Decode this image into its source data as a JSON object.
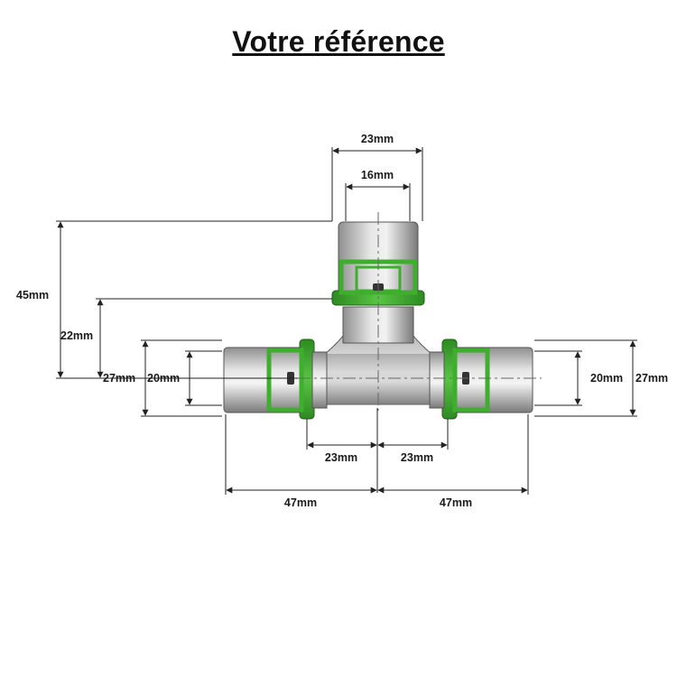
{
  "title": "Votre référence",
  "dimensions": {
    "top_outer_width": "23mm",
    "top_inner_width": "16mm",
    "total_height": "45mm",
    "branch_height": "22mm",
    "left_outer_diameter": "27mm",
    "left_inner_diameter": "20mm",
    "right_inner_diameter": "20mm",
    "right_outer_diameter": "27mm",
    "left_body_half": "23mm",
    "right_body_half": "23mm",
    "left_length": "47mm",
    "right_length": "47mm"
  },
  "colors": {
    "accent_green": "#3fae2f",
    "metal_light": "#dcdcdc",
    "metal_dark": "#8a8a8a",
    "dimension_line": "#222222"
  }
}
